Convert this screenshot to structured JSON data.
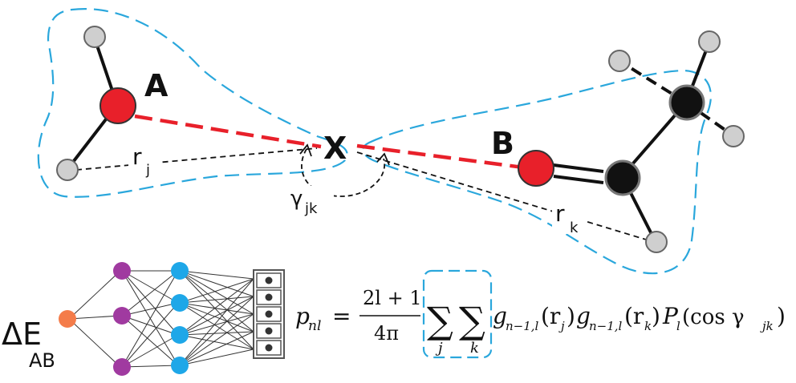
{
  "labels": {
    "atom_a": "A",
    "atom_b": "B",
    "center_x": "X",
    "r_j": {
      "base": "r",
      "sub": "j"
    },
    "r_k": {
      "base": "r",
      "sub": "k"
    },
    "gamma": {
      "base": "γ",
      "sub": "jk"
    },
    "delta_e": {
      "base": "ΔE",
      "sub": "AB"
    }
  },
  "formula": {
    "lhs_base": "p",
    "lhs_sub": "nl",
    "equals": "=",
    "frac_num": "2l + 1",
    "frac_den": "4π",
    "sum_symbol": "∑",
    "sum_j": "j",
    "sum_k": "k",
    "g": "g",
    "g_sub": "n−1,l",
    "rj_paren": "(r",
    "rj_sub": "j",
    "close": ")",
    "rk_paren": "(r",
    "rk_sub": "k",
    "P": "P",
    "P_sub": "l",
    "cos_open": "(cos γ",
    "cos_sub": "jk",
    "cos_close": ")"
  },
  "colors": {
    "red_atom": "#e8202a",
    "black_atom": "#111111",
    "gray_atom": "#cfcfcf",
    "dashed_outline": "#2aa7dc",
    "bond_red": "#e8202a",
    "nn_orange": "#f47c4a",
    "nn_purple": "#a03aa0",
    "nn_blue": "#1ea7e8"
  }
}
